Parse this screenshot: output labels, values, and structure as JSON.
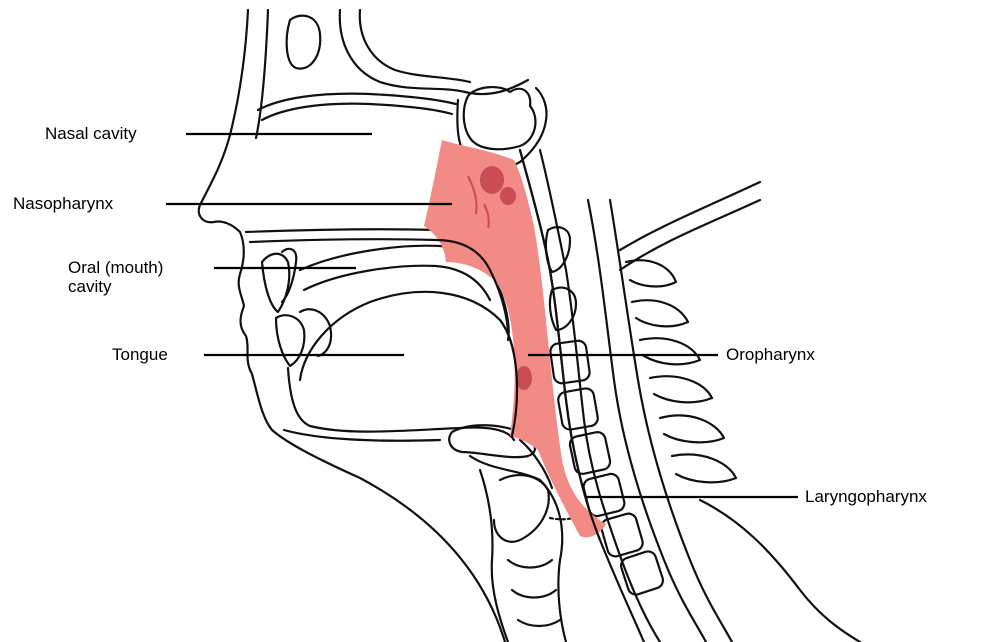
{
  "diagram": {
    "labels": {
      "nasal_cavity": "Nasal cavity",
      "nasopharynx": "Nasopharynx",
      "oral_cavity_line1": "Oral (mouth)",
      "oral_cavity_line2": "cavity",
      "tongue": "Tongue",
      "oropharynx": "Oropharynx",
      "laryngopharynx": "Laryngopharynx"
    },
    "colors": {
      "pharynx_highlight": "#f28a85",
      "tonsil_dark": "#c94d55",
      "outline": "#111111",
      "background": "#ffffff"
    }
  }
}
